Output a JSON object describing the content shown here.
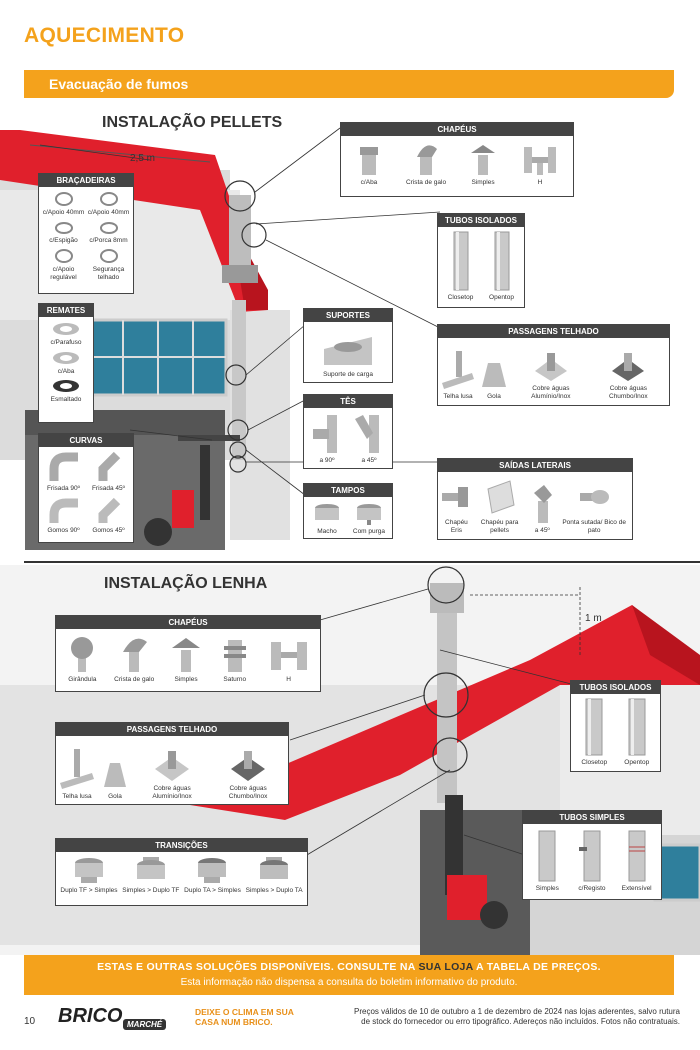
{
  "page": {
    "title": "AQUECIMENTO",
    "banner": "Evacuação de fumos",
    "page_number": "10"
  },
  "pellets": {
    "title": "INSTALAÇÃO PELLETS",
    "dimension": "2,5 m",
    "chapeus": {
      "header": "CHAPÉUS",
      "items": [
        "c/Aba",
        "Crista de galo",
        "Simples",
        "H"
      ]
    },
    "tubos_isolados": {
      "header": "TUBOS ISOLADOS",
      "items": [
        "Closetop",
        "Opentop"
      ]
    },
    "passagens_telhado": {
      "header": "PASSAGENS TELHADO",
      "items": [
        "Telha lusa",
        "Gola",
        "Cobre águas Alumínio/Inox",
        "Cobre águas Chumbo/Inox"
      ]
    },
    "suportes": {
      "header": "SUPORTES",
      "items": [
        "Suporte de carga"
      ]
    },
    "tes": {
      "header": "TÊS",
      "items": [
        "a 90º",
        "a 45º"
      ]
    },
    "saidas_laterais": {
      "header": "SAÍDAS LATERAIS",
      "items": [
        "Chapéu Eris",
        "Chapéu para pellets",
        "a 45º",
        "Ponta sutada/ Bico de pato"
      ]
    },
    "tampos": {
      "header": "TAMPOS",
      "items": [
        "Macho",
        "Com purga"
      ]
    },
    "bracadeiras": {
      "header": "BRAÇADEIRAS",
      "items": [
        "c/Apoio 40mm",
        "c/Apoio 40mm",
        "c/Espigão",
        "c/Porca 8mm",
        "c/Apoio regulável",
        "Segurança telhado"
      ]
    },
    "remates": {
      "header": "REMATES",
      "items": [
        "c/Parafuso",
        "c/Aba",
        "Esmaltado"
      ]
    },
    "curvas": {
      "header": "CURVAS",
      "items": [
        "Frisada 90º",
        "Frisada 45º",
        "Gomos 90º",
        "Gomos 45º"
      ]
    }
  },
  "lenha": {
    "title": "INSTALAÇÃO LENHA",
    "dimension": "1 m",
    "chapeus": {
      "header": "CHAPÉUS",
      "items": [
        "Girândula",
        "Crista de galo",
        "Simples",
        "Saturno",
        "H"
      ]
    },
    "passagens_telhado": {
      "header": "PASSAGENS TELHADO",
      "items": [
        "Telha lusa",
        "Gola",
        "Cobre águas Alumínio/Inox",
        "Cobre águas Chumbo/Inox"
      ]
    },
    "transicoes": {
      "header": "TRANSIÇÕES",
      "items": [
        "Duplo TF > Simples",
        "Simples > Duplo TF",
        "Duplo TA > Simples",
        "Simples > Duplo TA"
      ]
    },
    "tubos_isolados": {
      "header": "TUBOS ISOLADOS",
      "items": [
        "Closetop",
        "Opentop"
      ]
    },
    "tubos_simples": {
      "header": "TUBOS SIMPLES",
      "items": [
        "Simples",
        "c/Registo",
        "Extensível"
      ]
    }
  },
  "footer": {
    "line1_a": "ESTAS E OUTRAS SOLUÇÕES DISPONÍVEIS. CONSULTE NA ",
    "line1_b": "SUA LOJA",
    "line1_c": " A TABELA DE PREÇOS.",
    "line2": "Esta informação não dispensa a consulta do boletim informativo do produto.",
    "brand": "BRICO",
    "brand_sub": "MARCHÉ",
    "slogan_1": "DEIXE O CLIMA EM SUA",
    "slogan_2": "CASA NUM BRICO.",
    "legal_1": "Preços válidos de 10 de outubro a 1 de dezembro de 2024 nas lojas aderentes, salvo rutura",
    "legal_2": "de stock do fornecedor ou erro tipográfico. Adereços não incluídos. Fotos não contratuais."
  },
  "colors": {
    "accent": "#f4a21c",
    "roof": "#e0202c",
    "header_bg": "#444444"
  }
}
